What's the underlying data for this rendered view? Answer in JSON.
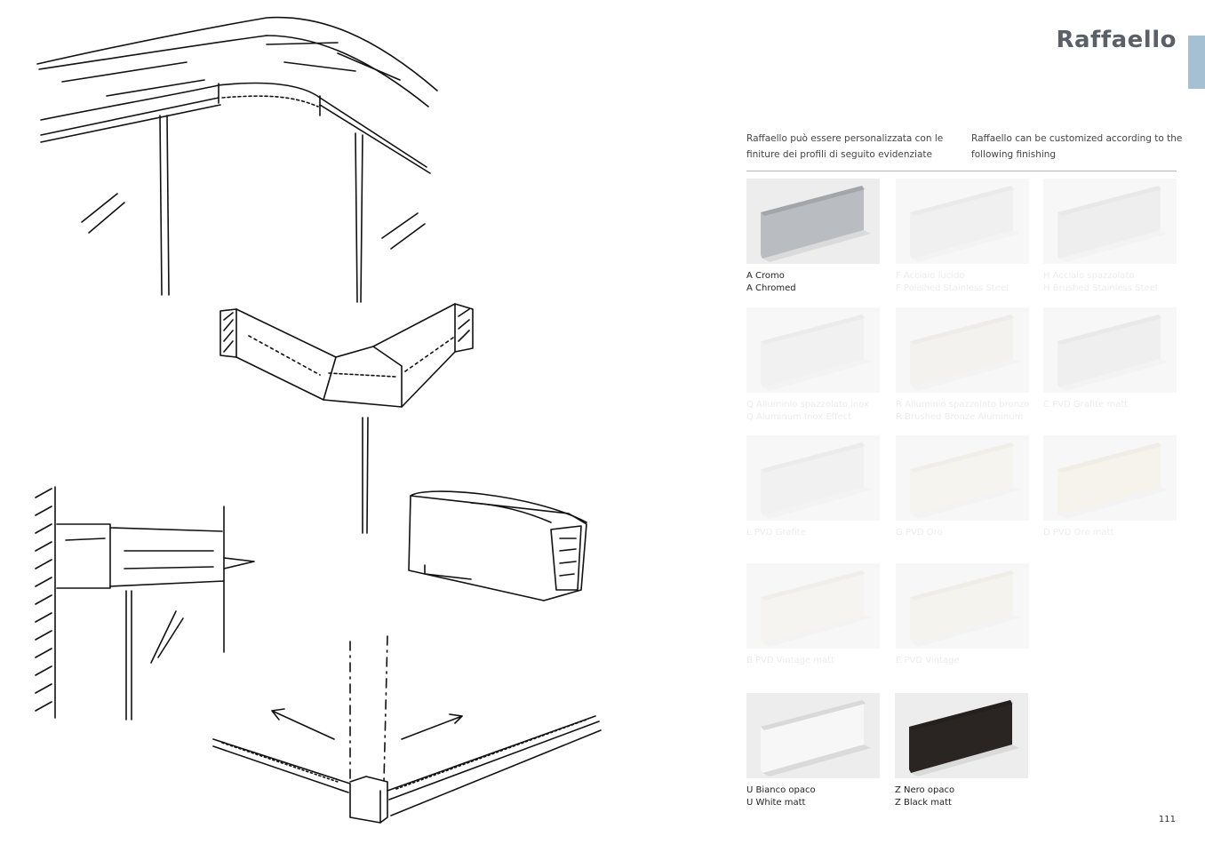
{
  "page": {
    "title": "Raffaello",
    "page_number": "111",
    "tab_color": "#a6c0d3"
  },
  "intro": {
    "it": "Raffaello può essere personalizzata con le finiture dei profili di seguito evidenziate",
    "en": "Raffaello can be customized according to the following finishing"
  },
  "finishes": [
    {
      "line1": "A Cromo",
      "line2": "A Chromed",
      "color": "#b9bdc2",
      "highlighted": true
    },
    {
      "line1": "F Acciaio lucido",
      "line2": "F Polished Stainless Steel",
      "color": "#f0f0f0",
      "highlighted": false
    },
    {
      "line1": "H Acciaio spazzolato",
      "line2": "H Brushed Stainless Steel",
      "color": "#eeeeee",
      "highlighted": false
    },
    {
      "line1": "Q Alluminio spazzolato inox",
      "line2": "Q Aluminum Inox Effect",
      "color": "#f1f1f1",
      "highlighted": false
    },
    {
      "line1": "R Alluminio spazzolato bronzo",
      "line2": "R Brushed Bronze Aluminum",
      "color": "#f3f2ee",
      "highlighted": false
    },
    {
      "line1": "C PVD Grafite matt",
      "line2": "",
      "color": "#efefef",
      "highlighted": false
    },
    {
      "line1": "L PVD Grafite",
      "line2": "",
      "color": "#f1f1f1",
      "highlighted": false
    },
    {
      "line1": "G PVD Oro",
      "line2": "",
      "color": "#f6f4ee",
      "highlighted": false
    },
    {
      "line1": "D PVD Oro matt",
      "line2": "",
      "color": "#f5f3ec",
      "highlighted": false
    },
    {
      "line1": "B PVD Vintage matt",
      "line2": "",
      "color": "#f5f4f0",
      "highlighted": false
    },
    {
      "line1": "E PVD Vintage",
      "line2": "",
      "color": "#f5f3ee",
      "highlighted": false
    },
    {
      "line1": "U Bianco opaco",
      "line2": "U White matt",
      "color": "#f7f7f7",
      "highlighted": true
    },
    {
      "line1": "Z Nero opaco",
      "line2": "Z Black matt",
      "color": "#2a2523",
      "highlighted": true
    }
  ]
}
